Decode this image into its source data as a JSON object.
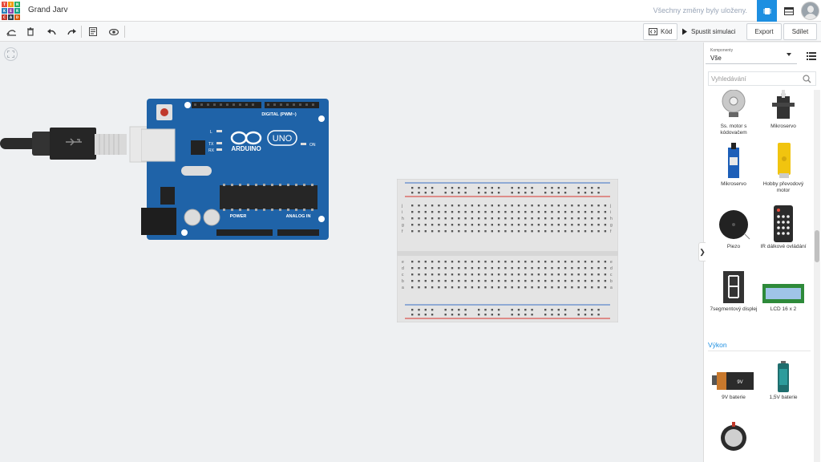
{
  "app": {
    "logo_letters": [
      "TIN",
      "KER",
      "CAD"
    ],
    "project_title": "Grand Jarv",
    "save_status": "Všechny změny byly uloženy."
  },
  "toolbar": {
    "code_label": "Kód",
    "simulate_label": "Spustit simulaci",
    "export_label": "Export",
    "share_label": "Sdílet"
  },
  "panel": {
    "dropdown_label": "Komponenty",
    "dropdown_value": "Vše",
    "search_placeholder": "Vyhledávání",
    "components": [
      {
        "name": "Ss. motor s kódovačem"
      },
      {
        "name": "Mikroservo"
      },
      {
        "name": "Mikroservo"
      },
      {
        "name": "Hobby převodový motor"
      },
      {
        "name": "Piezo"
      },
      {
        "name": "IR dálkové ovládání"
      },
      {
        "name": "7segmentový displej"
      },
      {
        "name": "LCD 16 x 2"
      }
    ],
    "section_power": "Výkon",
    "power_components": [
      {
        "name": "9V baterie"
      },
      {
        "name": "1,5V baterie"
      }
    ]
  },
  "arduino": {
    "brand": "ARDUINO",
    "model": "UNO",
    "digital_label": "DIGITAL (PWM~)",
    "power_label": "POWER",
    "analog_label": "ANALOG IN",
    "on_label": "ON",
    "l_label": "L",
    "tx_label": "TX",
    "rx_label": "RX"
  },
  "breadboard": {
    "row_letters_top": [
      "j",
      "i",
      "h",
      "g",
      "f"
    ],
    "row_letters_bottom": [
      "e",
      "d",
      "c",
      "b",
      "a"
    ]
  },
  "colors": {
    "accent": "#1d8fe1",
    "arduino_blue": "#1f63a8",
    "rail_red": "#d9352c",
    "rail_blue": "#3a6fc4"
  }
}
